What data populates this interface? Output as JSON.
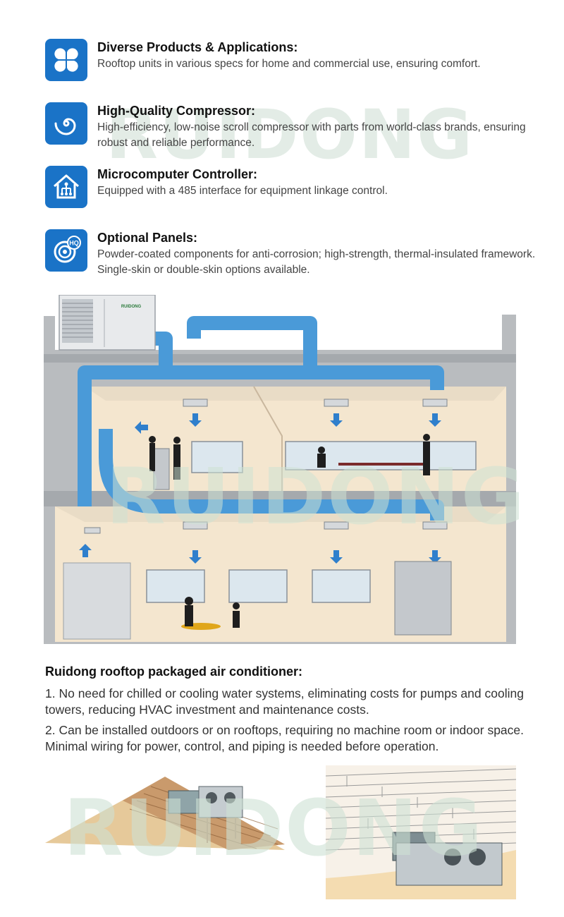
{
  "brand": {
    "unit_label": "RUIDONG",
    "watermark": "RUIDONG",
    "accent_color": "#1a73c7",
    "duct_color": "#4a9ad8"
  },
  "features": [
    {
      "icon": "clover-grid-icon",
      "title": "Diverse Products & Applications:",
      "desc": "Rooftop units in various specs for home and commercial use, ensuring comfort."
    },
    {
      "icon": "swirl-compressor-icon",
      "title": "High-Quality Compressor:",
      "desc": "High-efficiency, low-noise scroll compressor with parts from world-class brands, ensuring robust and reliable performance."
    },
    {
      "icon": "smart-home-circuit-icon",
      "title": "Microcomputer Controller:",
      "desc": "Equipped with a 485 interface for equipment linkage control."
    },
    {
      "icon": "hq-panel-icon",
      "title": "Optional Panels:",
      "desc": "Powder-coated components for anti-corrosion; high-strength, thermal-insulated framework. Single-skin or double-skin options available.",
      "badge": "HQ"
    }
  ],
  "rooftop": {
    "title": "Ruidong rooftop packaged air conditioner:",
    "points": [
      "1. No need for chilled or cooling water systems, eliminating costs for pumps and cooling towers, reducing HVAC investment and maintenance costs.",
      "2. Can be installed outdoors or on rooftops, requiring no machine room or indoor space. Minimal wiring for power, control, and piping is needed before operation."
    ]
  }
}
